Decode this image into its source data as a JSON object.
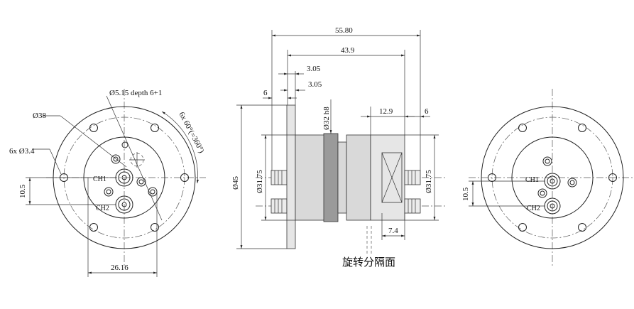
{
  "dimensions": {
    "overall_length": "55.80",
    "body_length": "43.9",
    "step_a": "3.05",
    "step_b": "3.05",
    "flange_offset": "6",
    "nut_width": "12.9",
    "end_offset": "6",
    "flange_diameter": "Ø45",
    "body_diameter": "Ø31.75",
    "pilot_diameter": "Ø32 h8",
    "rear_diameter": "Ø31.75",
    "rotor_length": "7.4",
    "hole_spec": "Ø5.15 depth 6+1",
    "pitch_circle": "Ø38",
    "mount_holes": "6x Ø3.4",
    "angle_spec": "6x 60°(=360°)",
    "channel_spacing_left": "10.5",
    "channel_spacing_right": "10.5",
    "connector_span": "26.16"
  },
  "labels": {
    "ch1_left": "CH1",
    "ch2_left": "CH2",
    "ch1_right": "CH1",
    "ch2_right": "CH2",
    "rotation_plane": "旋转分隔面"
  }
}
